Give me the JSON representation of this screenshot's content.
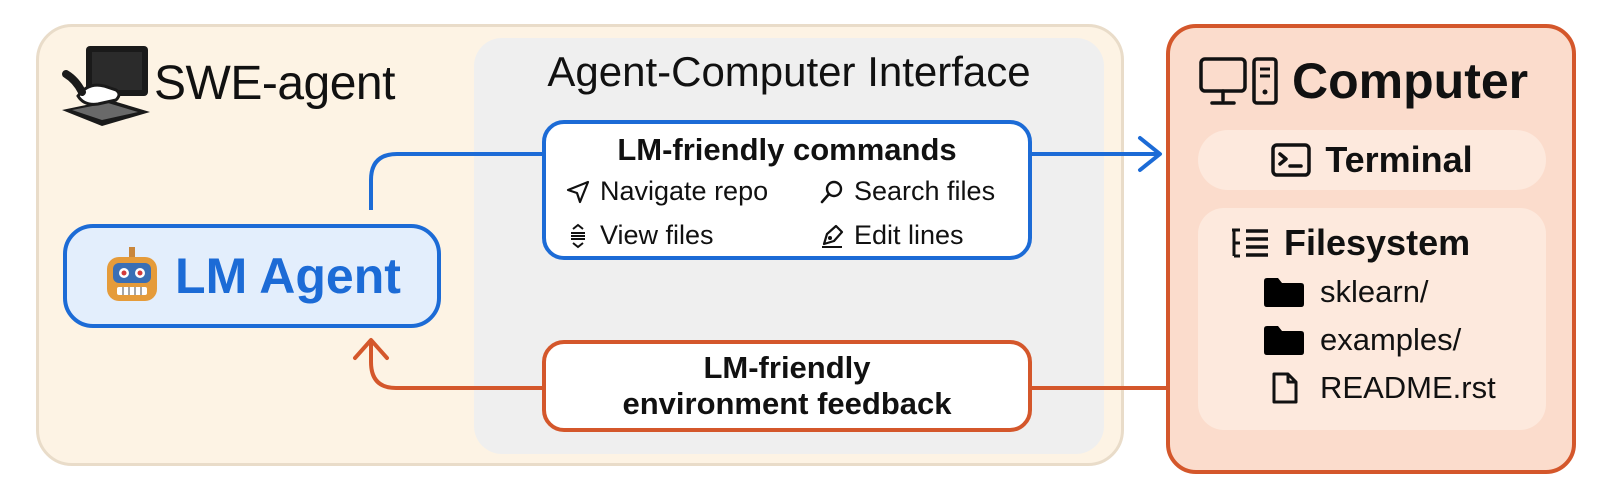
{
  "brand": {
    "title": "SWE-agent",
    "icon": "hacker-keyboard-icon"
  },
  "interface": {
    "title": "Agent-Computer Interface"
  },
  "agent": {
    "label": "LM Agent",
    "icon": "robot-icon",
    "color": "#1c6bd6"
  },
  "commands": {
    "title": "LM-friendly commands",
    "items": [
      {
        "label": "Navigate repo",
        "icon": "navigate-arrow-icon"
      },
      {
        "label": "Search files",
        "icon": "search-icon"
      },
      {
        "label": "View files",
        "icon": "expand-vertical-icon"
      },
      {
        "label": "Edit lines",
        "icon": "pen-icon"
      }
    ]
  },
  "feedback": {
    "line1": "LM-friendly",
    "line2": "environment feedback",
    "color": "#d4572b"
  },
  "computer": {
    "title": "Computer",
    "icon": "desktop-computer-icon",
    "terminal": {
      "label": "Terminal",
      "icon": "terminal-icon"
    },
    "filesystem": {
      "label": "Filesystem",
      "icon": "tree-list-icon",
      "items": [
        {
          "label": "sklearn/",
          "icon": "folder-icon"
        },
        {
          "label": "examples/",
          "icon": "folder-icon"
        },
        {
          "label": "README.rst",
          "icon": "file-icon"
        }
      ]
    }
  }
}
